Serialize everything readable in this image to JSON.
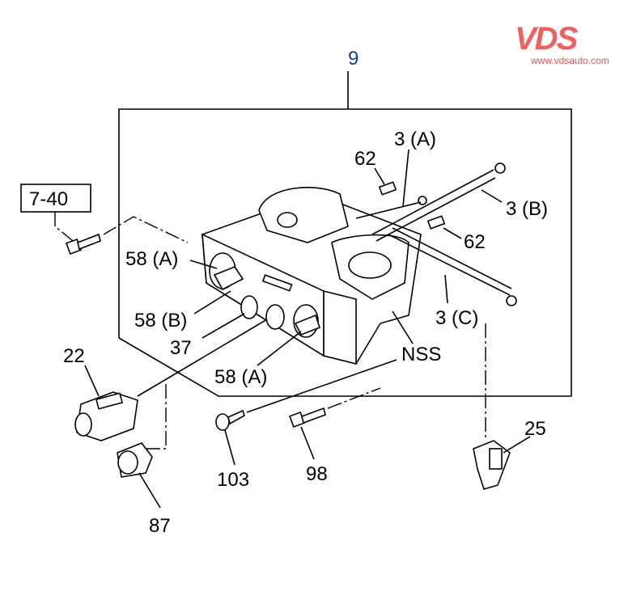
{
  "logo": {
    "brand": "VDS",
    "url": "www.vdsauto.com"
  },
  "callouts": {
    "assembly": "9",
    "ref_box": "7-40",
    "cable_a": "3 (A)",
    "plug_top": "62",
    "cable_b": "3 (B)",
    "plug_right": "62",
    "knob_a_top": "58 (A)",
    "knob_b": "58 (B)",
    "bulb": "37",
    "knob_a_bottom": "58 (A)",
    "cable_c": "3 (C)",
    "nss": "NSS",
    "switch": "22",
    "clip": "25",
    "screw_left": "103",
    "screw_right": "98",
    "socket": "87"
  },
  "colors": {
    "logo": "#f06060",
    "assembly_label": "#1b3a8a"
  }
}
